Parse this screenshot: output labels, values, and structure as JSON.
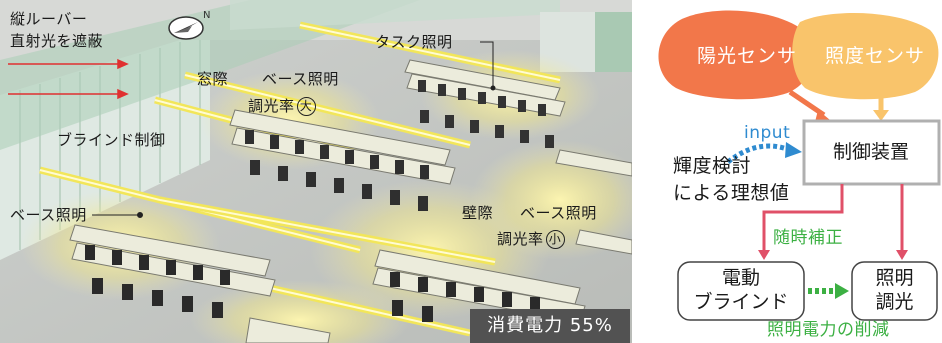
{
  "scene": {
    "louver_label_line1": "縦ルーバー",
    "louver_label_line2": "直射光を遮蔽",
    "task_light_label": "タスク照明",
    "window_side_label": "窓際",
    "base_light_label_window": "ベース照明",
    "dimming_rate_label_window": "調光率",
    "dimming_large": "大",
    "blind_control_label": "ブラインド制御",
    "base_light_label_left": "ベース照明",
    "wall_side_label": "壁際",
    "base_light_label_wall": "ベース照明",
    "dimming_rate_label_wall": "調光率",
    "dimming_small": "小",
    "power_consumption": "消費電力 55%"
  },
  "diagram": {
    "sun_sensor": "陽光センサ",
    "illuminance_sensor": "照度センサ",
    "input_label": "input",
    "control_device": "制御装置",
    "luminance_line1": "輝度検討",
    "luminance_line2": "による理想値",
    "correction_label": "随時補正",
    "blind_line1": "電動",
    "blind_line2": "ブラインド",
    "lighting_line1": "照明",
    "lighting_line2": "調光",
    "reduction_label": "照明電力の削減",
    "colors": {
      "sun_sensor": "#f2774a",
      "illuminance_sensor": "#f9c46b",
      "input": "#2f8bd0",
      "correction": "#e05068",
      "reduction": "#3cb043"
    }
  }
}
